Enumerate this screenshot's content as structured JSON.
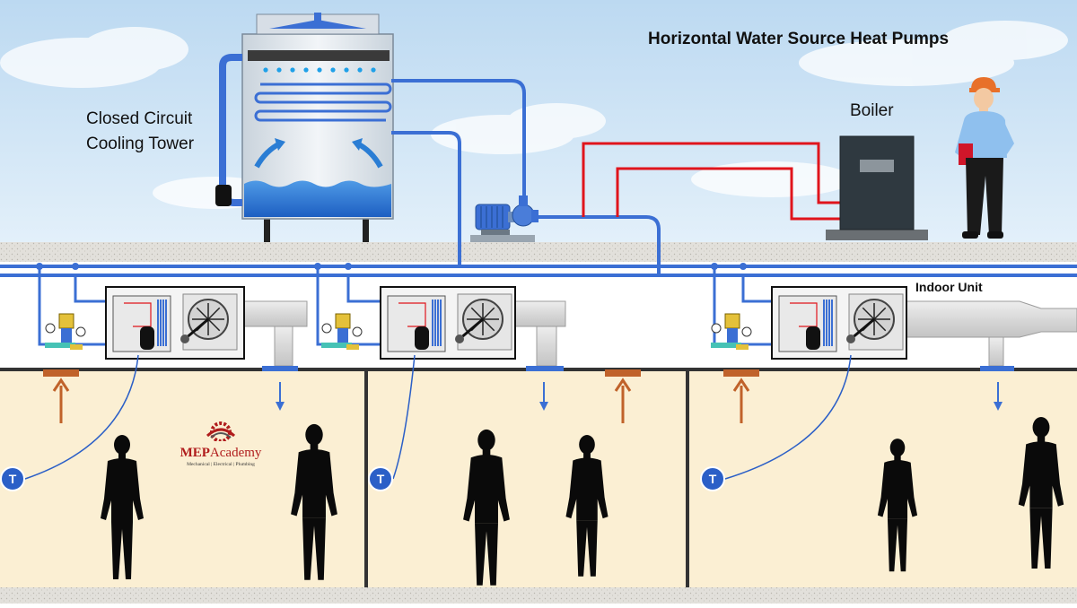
{
  "title": "Horizontal Water Source Heat Pumps",
  "labels": {
    "cooling_tower": [
      "Closed Circuit",
      "Cooling Tower"
    ],
    "boiler": "Boiler",
    "indoor_unit": "Indoor Unit"
  },
  "thermostat_letter": "T",
  "logo": {
    "brand_a": "MEP",
    "brand_b": "Academy",
    "tagline": "Mechanical | Electrical | Plumbing"
  },
  "colors": {
    "water_pipe": "#3b6fd4",
    "hot_pipe": "#e0141c",
    "room_fill": "#fbefd3",
    "sky": "#cfe4f5",
    "silhouette": "#0a0a0a",
    "return_grille": "#c0622a",
    "supply_diffuser": "#3b6fd4"
  }
}
